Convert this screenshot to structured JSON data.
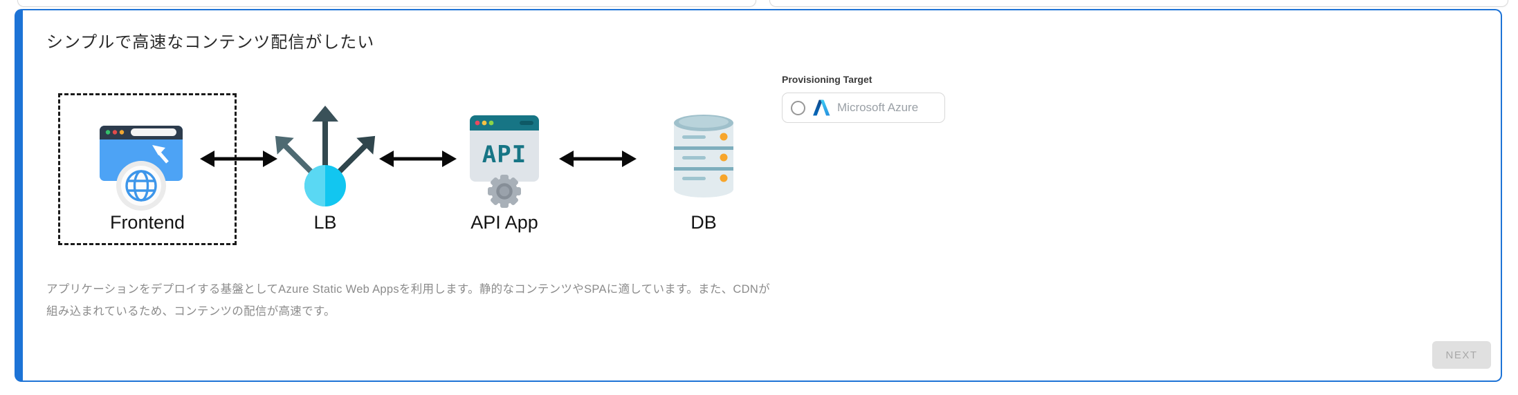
{
  "colors": {
    "accent_blue": "#1D73D6",
    "arrow_black": "#0A0A0A",
    "disabled_button_bg": "#E0E0E0",
    "disabled_button_text": "#A8A8A8",
    "muted_text": "#8B8B8B"
  },
  "card": {
    "title": "シンプルで高速なコンテンツ配信がしたい",
    "description": "アプリケーションをデプロイする基盤としてAzure Static Web Appsを利用します。静的なコンテンツやSPAに適しています。また、CDNが組み込まれているため、コンテンツの配信が高速です。"
  },
  "diagram": {
    "connector": "bidirectional-arrow",
    "nodes": [
      {
        "label": "Frontend",
        "icon": "browser-frontend-icon",
        "highlighted": true
      },
      {
        "label": "LB",
        "icon": "load-balancer-icon",
        "highlighted": false
      },
      {
        "label": "API App",
        "icon": "api-app-icon",
        "icon_text": "API",
        "highlighted": false
      },
      {
        "label": "DB",
        "icon": "database-icon",
        "highlighted": false
      }
    ]
  },
  "provisioning": {
    "label": "Provisioning Target",
    "options": [
      {
        "label": "Microsoft Azure",
        "icon": "azure-logo-icon",
        "selected": false
      }
    ]
  },
  "footer": {
    "next_label": "NEXT",
    "next_enabled": false
  }
}
